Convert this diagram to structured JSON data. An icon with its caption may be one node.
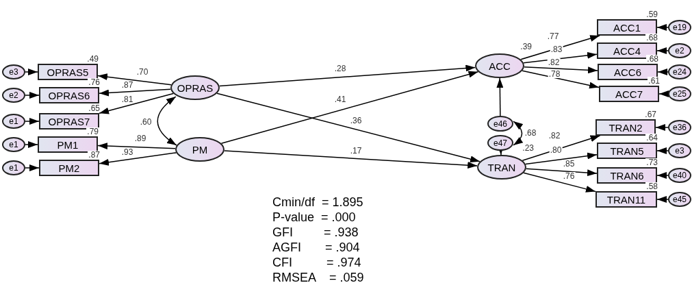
{
  "diagram": {
    "nodes": [
      {
        "text": [
          "e3"
        ]
      },
      {
        "text": [
          "OPRAS5"
        ],
        "beside": [
          ".49"
        ]
      },
      {
        "text": [
          "e2"
        ]
      },
      {
        "text": [
          "OPRAS6"
        ],
        "beside": [
          ".76"
        ]
      },
      {
        "text": [
          "e1"
        ]
      },
      {
        "text": [
          "OPRAS7"
        ],
        "beside": [
          ".65"
        ]
      },
      {
        "text": [
          "e1"
        ]
      },
      {
        "text": [
          "PM1"
        ],
        "beside": [
          ".79"
        ]
      },
      {
        "text": [
          "e1"
        ]
      },
      {
        "text": [
          "PM2"
        ],
        "beside": [
          ".87"
        ]
      },
      {
        "text": [
          "OPRAS"
        ]
      },
      {
        "text": [
          "PM"
        ]
      },
      {
        "text": [
          "ACC"
        ],
        "beside": [
          ".39"
        ]
      },
      {
        "text": [
          "e46"
        ]
      },
      {
        "text": [
          "e47"
        ]
      },
      {
        "text": [
          "TRAN"
        ],
        "beside": [
          ".23"
        ]
      },
      {
        "text": [
          "ACC1"
        ],
        "beside": [
          ".59"
        ]
      },
      {
        "text": [
          "e19"
        ]
      },
      {
        "text": [
          "ACC4"
        ],
        "beside": [
          ".68"
        ]
      },
      {
        "text": [
          "e2"
        ]
      },
      {
        "text": [
          "ACC6"
        ],
        "beside": [
          ".68"
        ]
      },
      {
        "text": [
          "e24"
        ]
      },
      {
        "text": [
          "ACC7"
        ],
        "beside": [
          ".61"
        ]
      },
      {
        "text": [
          "e25"
        ]
      },
      {
        "text": [
          "TRAN2"
        ],
        "beside": [
          ".67"
        ]
      },
      {
        "text": [
          "e36"
        ]
      },
      {
        "text": [
          "TRAN5"
        ],
        "beside": [
          ".64"
        ]
      },
      {
        "text": [
          "e3"
        ]
      },
      {
        "text": [
          "TRAN6"
        ],
        "beside": [
          ".73"
        ]
      },
      {
        "text": [
          "e40"
        ]
      },
      {
        "text": [
          "TRAN11"
        ],
        "beside": [
          ".58"
        ]
      },
      {
        "text": [
          "e45"
        ]
      }
    ],
    "edges": [
      {
        "from": 10,
        "to": 1,
        "arrow": "to",
        "label": ".70"
      },
      {
        "from": 10,
        "to": 3,
        "arrow": "to",
        "label": ".87"
      },
      {
        "from": 10,
        "to": 5,
        "arrow": "to",
        "label": ".81"
      },
      {
        "from": 11,
        "to": 7,
        "arrow": "to",
        "label": ".89"
      },
      {
        "from": 11,
        "to": 9,
        "arrow": "to",
        "label": ".93"
      },
      {
        "from": 0,
        "to": 1,
        "arrow": "to"
      },
      {
        "from": 2,
        "to": 3,
        "arrow": "to"
      },
      {
        "from": 4,
        "to": 5,
        "arrow": "to"
      },
      {
        "from": 6,
        "to": 7,
        "arrow": "to"
      },
      {
        "from": 8,
        "to": 9,
        "arrow": "to"
      },
      {
        "from": 10,
        "to": 11,
        "arrow": "both",
        "label": ".60"
      },
      {
        "from": 10,
        "to": 12,
        "arrow": "to",
        "label": ".28"
      },
      {
        "from": 11,
        "to": 12,
        "arrow": "to",
        "label": ".41"
      },
      {
        "from": 10,
        "to": 15,
        "arrow": "to",
        "label": ".36"
      },
      {
        "from": 11,
        "to": 15,
        "arrow": "to",
        "label": ".17"
      },
      {
        "from": 13,
        "to": 12,
        "arrow": "to"
      },
      {
        "from": 14,
        "to": 15,
        "arrow": "to"
      },
      {
        "from": 13,
        "to": 14,
        "arrow": "both",
        "label": ".68"
      },
      {
        "from": 12,
        "to": 16,
        "arrow": "to",
        "label": ".77"
      },
      {
        "from": 12,
        "to": 18,
        "arrow": "to",
        "label": ".83"
      },
      {
        "from": 12,
        "to": 20,
        "arrow": "to",
        "label": ".82"
      },
      {
        "from": 12,
        "to": 22,
        "arrow": "to",
        "label": ".78"
      },
      {
        "from": 17,
        "to": 16,
        "arrow": "to"
      },
      {
        "from": 19,
        "to": 18,
        "arrow": "to"
      },
      {
        "from": 21,
        "to": 20,
        "arrow": "to"
      },
      {
        "from": 23,
        "to": 22,
        "arrow": "to"
      },
      {
        "from": 15,
        "to": 24,
        "arrow": "to",
        "label": ".82"
      },
      {
        "from": 15,
        "to": 26,
        "arrow": "to",
        "label": ".80"
      },
      {
        "from": 15,
        "to": 28,
        "arrow": "to",
        "label": ".85"
      },
      {
        "from": 15,
        "to": 30,
        "arrow": "to",
        "label": ".76"
      },
      {
        "from": 25,
        "to": 24,
        "arrow": "to"
      },
      {
        "from": 27,
        "to": 26,
        "arrow": "to"
      },
      {
        "from": 29,
        "to": 28,
        "arrow": "to"
      },
      {
        "from": 31,
        "to": 30,
        "arrow": "to"
      }
    ],
    "labels": [
      "Cmin/df  = 1.895",
      "P-value  = .000",
      "GFI         = .938",
      "AGFI       = .904",
      "CFI          = .974",
      "RMSEA    = .059"
    ]
  }
}
